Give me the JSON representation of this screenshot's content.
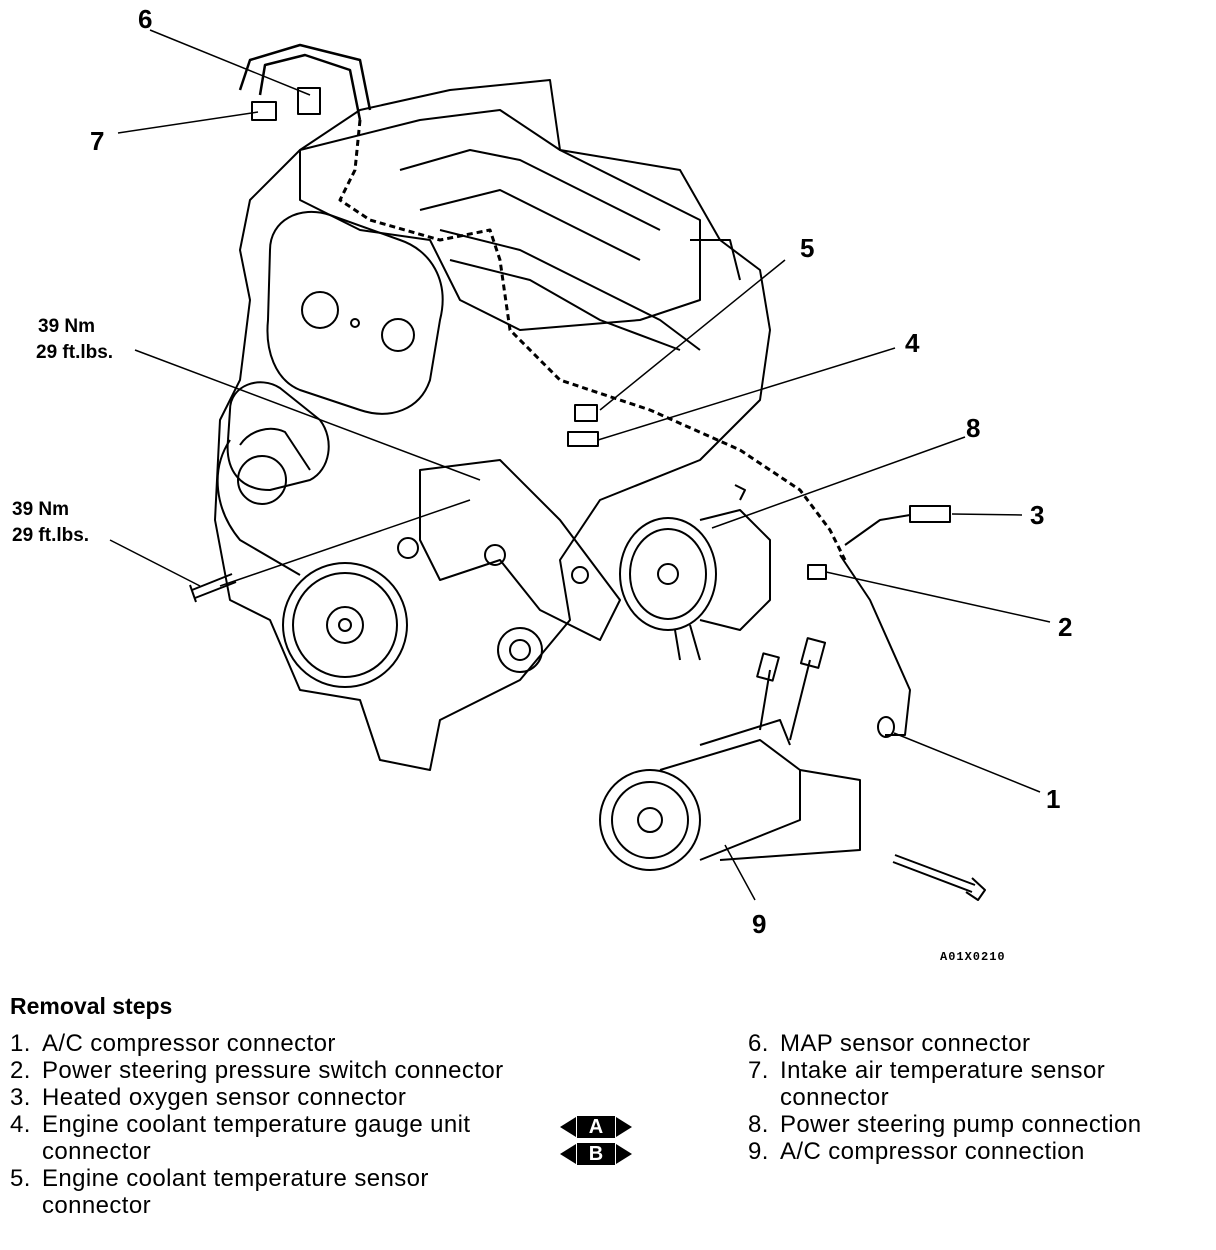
{
  "callouts": {
    "c1": "1",
    "c2": "2",
    "c3": "3",
    "c4": "4",
    "c5": "5",
    "c6": "6",
    "c7": "7",
    "c8": "8",
    "c9": "9"
  },
  "torque_upper": {
    "nm": "39 Nm",
    "ftlbs": "29 ft.lbs."
  },
  "torque_lower": {
    "nm": "39 Nm",
    "ftlbs": "29 ft.lbs."
  },
  "figure_id": "A01X0210",
  "removal": {
    "heading": "Removal steps",
    "left_steps": [
      {
        "num": "1.",
        "text": "A/C compressor connector"
      },
      {
        "num": "2.",
        "text": "Power steering pressure switch connector"
      },
      {
        "num": "3.",
        "text": "Heated oxygen sensor connector"
      },
      {
        "num": "4.",
        "text": "Engine coolant temperature gauge unit connector"
      },
      {
        "num": "5.",
        "text": "Engine coolant temperature sensor connector"
      }
    ],
    "markers": [
      "A",
      "B"
    ],
    "right_steps": [
      {
        "num": "6.",
        "text": "MAP sensor connector"
      },
      {
        "num": "7.",
        "text": "Intake air temperature sensor connector"
      },
      {
        "num": "8.",
        "text": "Power steering pump connection"
      },
      {
        "num": "9.",
        "text": "A/C compressor connection"
      }
    ]
  }
}
